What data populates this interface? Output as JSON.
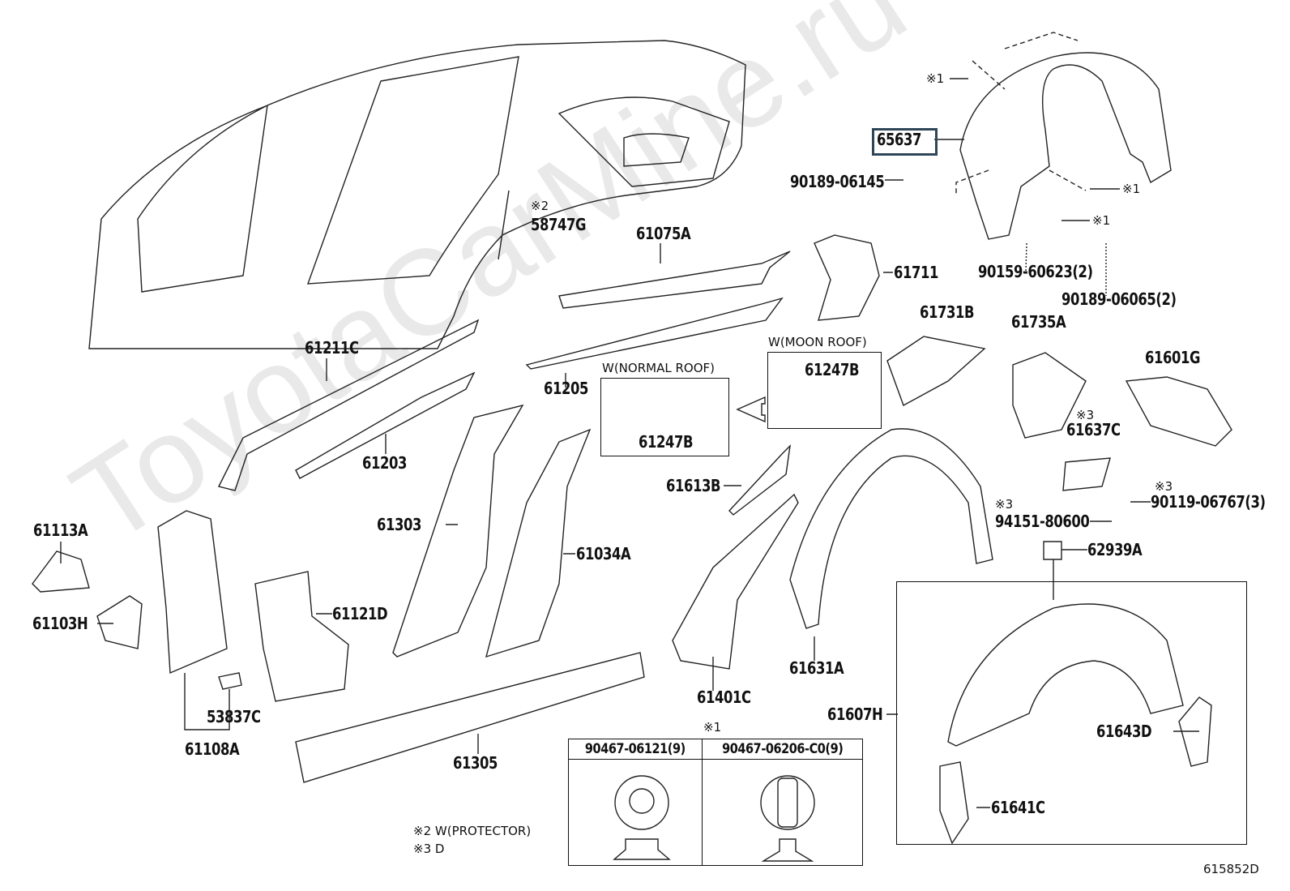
{
  "watermark": "ToyotaCarMine.ru",
  "diagram_id": "615852D",
  "highlighted_part": "65637",
  "parts": {
    "p58747G": {
      "note": "※2",
      "number": "58747G"
    },
    "p61075A": "61075A",
    "p61711": "61711",
    "p65637": "65637",
    "p90189_06145": "90189-06145",
    "p90159_60623": "90159-60623(2)",
    "p90189_06065": "90189-06065(2)",
    "p61731B": "61731B",
    "p61735A": "61735A",
    "p61601G": "61601G",
    "p61637C": {
      "note": "※3",
      "number": "61637C"
    },
    "p90119_06767": {
      "note": "※3",
      "number": "90119-06767(3)"
    },
    "p94151_80600": {
      "note": "※3",
      "number": "94151-80600"
    },
    "p62939A": "62939A",
    "p61211C": "61211C",
    "p61205": "61205",
    "p61203": "61203",
    "p61613B": "61613B",
    "p61303": "61303",
    "p61034A": "61034A",
    "p61113A": "61113A",
    "p61103H": "61103H",
    "p61121D": "61121D",
    "p61401C": "61401C",
    "p61631A": "61631A",
    "p61607H": "61607H",
    "p61643D": "61643D",
    "p61641C": "61641C",
    "p53837C": "53837C",
    "p61108A": "61108A",
    "p61305": "61305"
  },
  "clip_refs": [
    "※1",
    "※1",
    "※1"
  ],
  "moon_roof": {
    "title": "W(MOON ROOF)",
    "part": "61247B"
  },
  "normal_roof": {
    "title": "W(NORMAL ROOF)",
    "part": "61247B"
  },
  "fastener_table": {
    "note": "※1",
    "columns": [
      "90467-06121(9)",
      "90467-06206-C0(9)"
    ]
  },
  "footnotes": [
    "※2 W(PROTECTOR)",
    "※3 D"
  ]
}
